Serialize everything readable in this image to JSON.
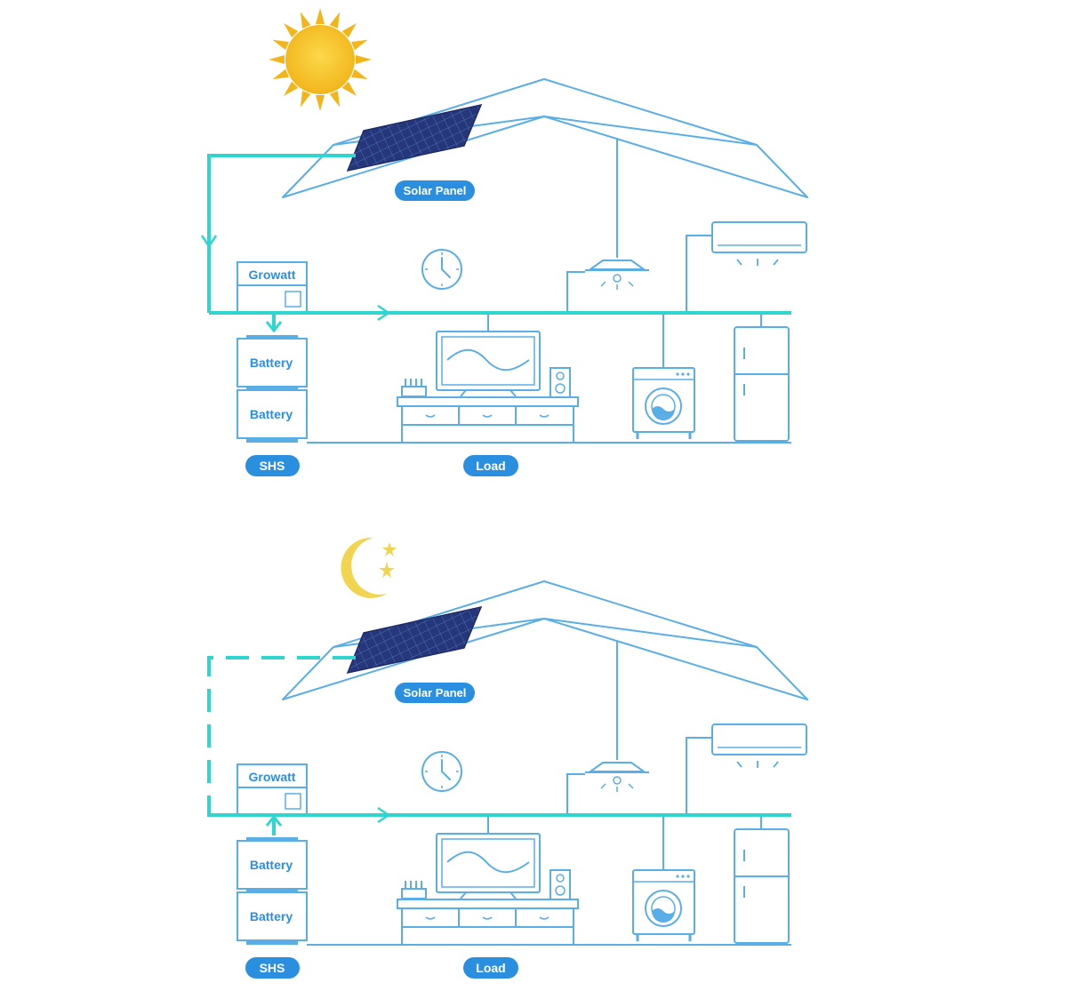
{
  "scenes": [
    {
      "id": "day",
      "sky_icon": "sun-icon",
      "solar_flow": "solid",
      "battery_flow": "charging",
      "labels": {
        "inverter": "Growatt",
        "battery_top": "Battery",
        "battery_bottom": "Battery",
        "solar_panel": "Solar Panel",
        "shs": "SHS",
        "load": "Load"
      }
    },
    {
      "id": "night",
      "sky_icon": "moon-stars-icon",
      "solar_flow": "dashed",
      "battery_flow": "discharging",
      "labels": {
        "inverter": "Growatt",
        "battery_top": "Battery",
        "battery_bottom": "Battery",
        "solar_panel": "Solar Panel",
        "shs": "SHS",
        "load": "Load"
      }
    }
  ],
  "colors": {
    "outline": "#5aaee6",
    "flow": "#2fd6d0",
    "badge": "#2b8fe0",
    "panel": "#25377a",
    "sun": "#f7c526",
    "moon": "#f1d44f"
  }
}
